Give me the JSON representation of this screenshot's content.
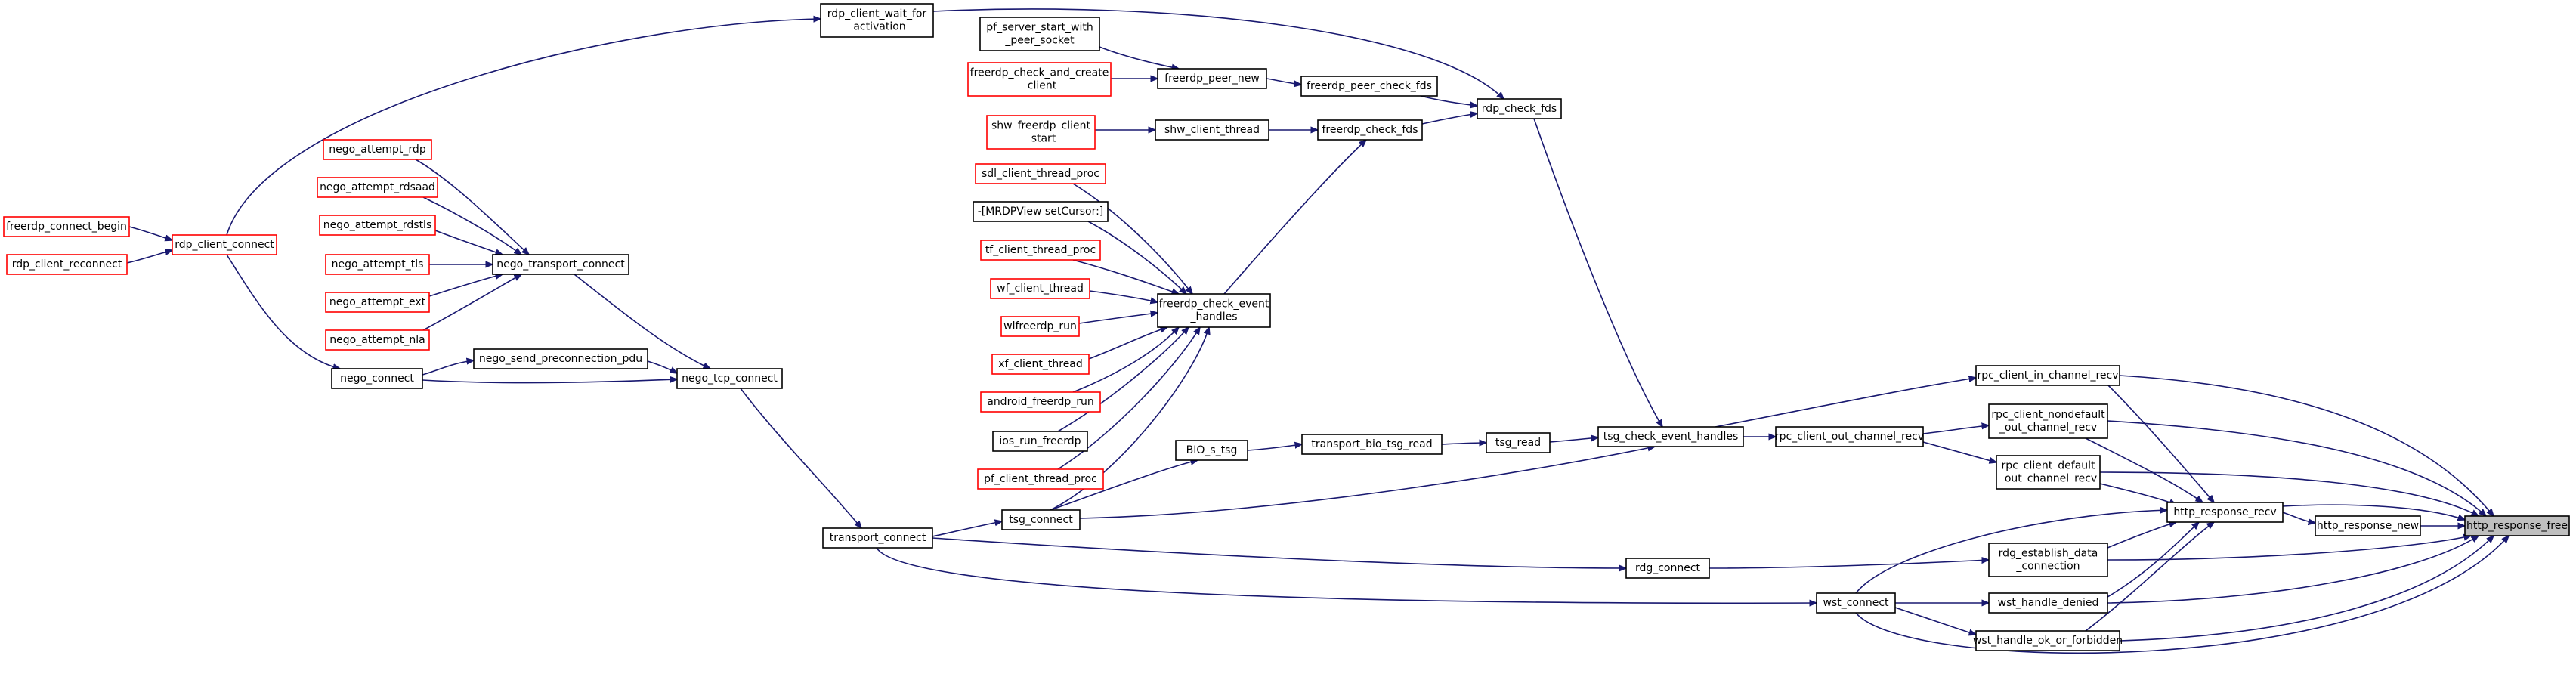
{
  "nodes": {
    "http_response_free": [
      "http_response_free"
    ],
    "http_response_new": [
      "http_response_new"
    ],
    "http_response_recv": [
      "http_response_recv"
    ],
    "rpc_client_in_channel_recv": [
      "rpc_client_in_channel_recv"
    ],
    "rpc_client_nondefault_out_channel_recv": [
      "rpc_client_nondefault",
      "_out_channel_recv"
    ],
    "rpc_client_default_out_channel_recv": [
      "rpc_client_default",
      "_out_channel_recv"
    ],
    "rdg_establish_data_connection": [
      "rdg_establish_data",
      "_connection"
    ],
    "wst_handle_denied": [
      "wst_handle_denied"
    ],
    "wst_handle_ok_or_forbidden": [
      "wst_handle_ok_or_forbidden"
    ],
    "rpc_client_out_channel_recv": [
      "rpc_client_out_channel_recv"
    ],
    "tsg_check_event_handles": [
      "tsg_check_event_handles"
    ],
    "tsg_read": [
      "tsg_read"
    ],
    "transport_bio_tsg_read": [
      "transport_bio_tsg_read"
    ],
    "BIO_s_tsg": [
      "BIO_s_tsg"
    ],
    "tsg_connect": [
      "tsg_connect"
    ],
    "transport_connect": [
      "transport_connect"
    ],
    "rdg_connect": [
      "rdg_connect"
    ],
    "wst_connect": [
      "wst_connect"
    ],
    "rdp_check_fds": [
      "rdp_check_fds"
    ],
    "freerdp_peer_check_fds": [
      "freerdp_peer_check_fds"
    ],
    "freerdp_check_fds": [
      "freerdp_check_fds"
    ],
    "freerdp_peer_new": [
      "freerdp_peer_new"
    ],
    "pf_server_start_with_peer_socket": [
      "pf_server_start_with",
      "_peer_socket"
    ],
    "freerdp_check_and_create_client": [
      "freerdp_check_and_create",
      "_client"
    ],
    "shw_client_thread": [
      "shw_client_thread"
    ],
    "shw_freerdp_client_start": [
      "shw_freerdp_client",
      "_start"
    ],
    "freerdp_check_event_handles": [
      "freerdp_check_event",
      "_handles"
    ],
    "sdl_client_thread_proc": [
      "sdl_client_thread_proc"
    ],
    "mrdpview_setcursor": [
      "-[MRDPView setCursor:]"
    ],
    "tf_client_thread_proc": [
      "tf_client_thread_proc"
    ],
    "wf_client_thread": [
      "wf_client_thread"
    ],
    "wlfreerdp_run": [
      "wlfreerdp_run"
    ],
    "xf_client_thread": [
      "xf_client_thread"
    ],
    "android_freerdp_run": [
      "android_freerdp_run"
    ],
    "ios_run_freerdp": [
      "ios_run_freerdp"
    ],
    "pf_client_thread_proc": [
      "pf_client_thread_proc"
    ],
    "rdp_client_wait_for_activation": [
      "rdp_client_wait_for",
      "_activation"
    ],
    "nego_tcp_connect": [
      "nego_tcp_connect"
    ],
    "nego_transport_connect": [
      "nego_transport_connect"
    ],
    "nego_send_preconnection_pdu": [
      "nego_send_preconnection_pdu"
    ],
    "nego_connect": [
      "nego_connect"
    ],
    "nego_attempt_rdp": [
      "nego_attempt_rdp"
    ],
    "nego_attempt_rdsaad": [
      "nego_attempt_rdsaad"
    ],
    "nego_attempt_rdstls": [
      "nego_attempt_rdstls"
    ],
    "nego_attempt_tls": [
      "nego_attempt_tls"
    ],
    "nego_attempt_ext": [
      "nego_attempt_ext"
    ],
    "nego_attempt_nla": [
      "nego_attempt_nla"
    ],
    "rdp_client_connect": [
      "rdp_client_connect"
    ],
    "freerdp_connect_begin": [
      "freerdp_connect_begin"
    ],
    "rdp_client_reconnect": [
      "rdp_client_reconnect"
    ]
  },
  "red_outlined_nodes": [
    "freerdp_check_and_create_client",
    "shw_freerdp_client_start",
    "sdl_client_thread_proc",
    "tf_client_thread_proc",
    "wf_client_thread",
    "wlfreerdp_run",
    "xf_client_thread",
    "android_freerdp_run",
    "pf_client_thread_proc",
    "nego_attempt_rdp",
    "nego_attempt_rdsaad",
    "nego_attempt_rdstls",
    "nego_attempt_tls",
    "nego_attempt_ext",
    "nego_attempt_nla",
    "rdp_client_connect",
    "freerdp_connect_begin",
    "rdp_client_reconnect"
  ],
  "highlighted_node": "http_response_free",
  "edges": [
    [
      "http_response_new",
      "http_response_free"
    ],
    [
      "http_response_recv",
      "http_response_free"
    ],
    [
      "rpc_client_in_channel_recv",
      "http_response_free"
    ],
    [
      "rpc_client_nondefault_out_channel_recv",
      "http_response_free"
    ],
    [
      "rpc_client_default_out_channel_recv",
      "http_response_free"
    ],
    [
      "rdg_establish_data_connection",
      "http_response_free"
    ],
    [
      "wst_handle_denied",
      "http_response_free"
    ],
    [
      "wst_handle_ok_or_forbidden",
      "http_response_free"
    ],
    [
      "wst_connect",
      "http_response_free"
    ],
    [
      "http_response_recv",
      "http_response_new"
    ],
    [
      "rpc_client_in_channel_recv",
      "http_response_recv"
    ],
    [
      "rpc_client_nondefault_out_channel_recv",
      "http_response_recv"
    ],
    [
      "rpc_client_default_out_channel_recv",
      "http_response_recv"
    ],
    [
      "rdg_establish_data_connection",
      "http_response_recv"
    ],
    [
      "wst_handle_denied",
      "http_response_recv"
    ],
    [
      "wst_handle_ok_or_forbidden",
      "http_response_recv"
    ],
    [
      "wst_connect",
      "http_response_recv"
    ],
    [
      "tsg_check_event_handles",
      "rpc_client_in_channel_recv"
    ],
    [
      "rpc_client_out_channel_recv",
      "rpc_client_nondefault_out_channel_recv"
    ],
    [
      "rpc_client_out_channel_recv",
      "rpc_client_default_out_channel_recv"
    ],
    [
      "tsg_check_event_handles",
      "rpc_client_out_channel_recv"
    ],
    [
      "rdg_connect",
      "rdg_establish_data_connection"
    ],
    [
      "wst_connect",
      "wst_handle_denied"
    ],
    [
      "wst_connect",
      "wst_handle_ok_or_forbidden"
    ],
    [
      "tsg_read",
      "tsg_check_event_handles"
    ],
    [
      "tsg_connect",
      "tsg_check_event_handles"
    ],
    [
      "rdp_check_fds",
      "tsg_check_event_handles"
    ],
    [
      "transport_bio_tsg_read",
      "tsg_read"
    ],
    [
      "BIO_s_tsg",
      "transport_bio_tsg_read"
    ],
    [
      "tsg_connect",
      "BIO_s_tsg"
    ],
    [
      "transport_connect",
      "tsg_connect"
    ],
    [
      "transport_connect",
      "rdg_connect"
    ],
    [
      "transport_connect",
      "wst_connect"
    ],
    [
      "nego_tcp_connect",
      "transport_connect"
    ],
    [
      "rdp_client_wait_for_activation",
      "rdp_check_fds"
    ],
    [
      "freerdp_peer_check_fds",
      "rdp_check_fds"
    ],
    [
      "freerdp_check_fds",
      "rdp_check_fds"
    ],
    [
      "freerdp_peer_new",
      "freerdp_peer_check_fds"
    ],
    [
      "pf_server_start_with_peer_socket",
      "freerdp_peer_new"
    ],
    [
      "freerdp_check_and_create_client",
      "freerdp_peer_new"
    ],
    [
      "shw_client_thread",
      "freerdp_check_fds"
    ],
    [
      "freerdp_check_event_handles",
      "freerdp_check_fds"
    ],
    [
      "shw_freerdp_client_start",
      "shw_client_thread"
    ],
    [
      "sdl_client_thread_proc",
      "freerdp_check_event_handles"
    ],
    [
      "mrdpview_setcursor",
      "freerdp_check_event_handles"
    ],
    [
      "tf_client_thread_proc",
      "freerdp_check_event_handles"
    ],
    [
      "wf_client_thread",
      "freerdp_check_event_handles"
    ],
    [
      "wlfreerdp_run",
      "freerdp_check_event_handles"
    ],
    [
      "xf_client_thread",
      "freerdp_check_event_handles"
    ],
    [
      "android_freerdp_run",
      "freerdp_check_event_handles"
    ],
    [
      "ios_run_freerdp",
      "freerdp_check_event_handles"
    ],
    [
      "pf_client_thread_proc",
      "freerdp_check_event_handles"
    ],
    [
      "tsg_connect",
      "freerdp_check_event_handles"
    ],
    [
      "rdp_client_connect",
      "rdp_client_wait_for_activation"
    ],
    [
      "nego_transport_connect",
      "nego_tcp_connect"
    ],
    [
      "nego_send_preconnection_pdu",
      "nego_tcp_connect"
    ],
    [
      "nego_connect",
      "nego_tcp_connect"
    ],
    [
      "nego_attempt_rdp",
      "nego_transport_connect"
    ],
    [
      "nego_attempt_rdsaad",
      "nego_transport_connect"
    ],
    [
      "nego_attempt_rdstls",
      "nego_transport_connect"
    ],
    [
      "nego_attempt_tls",
      "nego_transport_connect"
    ],
    [
      "nego_attempt_ext",
      "nego_transport_connect"
    ],
    [
      "nego_attempt_nla",
      "nego_transport_connect"
    ],
    [
      "nego_connect",
      "nego_send_preconnection_pdu"
    ],
    [
      "rdp_client_connect",
      "nego_connect"
    ],
    [
      "freerdp_connect_begin",
      "rdp_client_connect"
    ],
    [
      "rdp_client_reconnect",
      "rdp_client_connect"
    ]
  ]
}
